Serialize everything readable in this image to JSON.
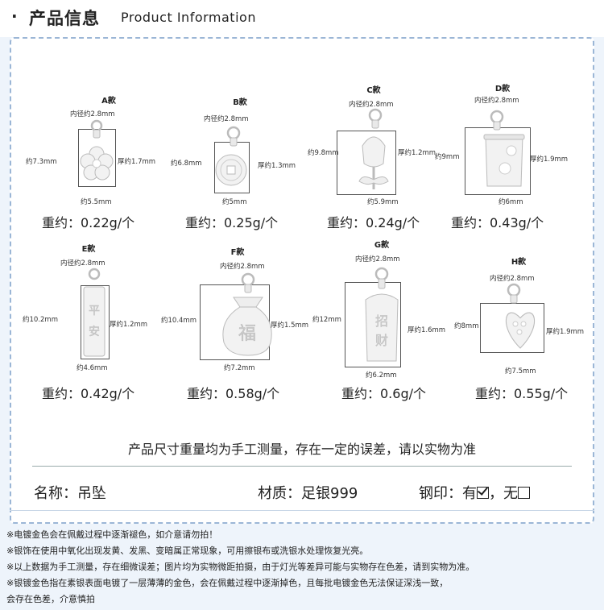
{
  "header": {
    "bullet": "·",
    "title_cn": "产品信息",
    "title_en": "Product Information"
  },
  "items": [
    {
      "label": "A款",
      "inner": "内径约2.8mm",
      "height": "约7.3mm",
      "thickness": "厚约1.7mm",
      "width": "约5.5mm",
      "weight": "重约：0.22g/个"
    },
    {
      "label": "B款",
      "inner": "内径约2.8mm",
      "height": "约6.8mm",
      "thickness": "厚约1.3mm",
      "width": "约5mm",
      "weight": "重约：0.25g/个"
    },
    {
      "label": "C款",
      "inner": "内径约2.8mm",
      "height": "约9.8mm",
      "thickness": "厚约1.2mm",
      "width": "约5.9mm",
      "weight": "重约：0.24g/个"
    },
    {
      "label": "D款",
      "inner": "内径约2.8mm",
      "height": "约9mm",
      "thickness": "厚约1.9mm",
      "width": "约6mm",
      "weight": "重约：0.43g/个"
    },
    {
      "label": "E款",
      "inner": "内径约2.8mm",
      "height": "约10.2mm",
      "thickness": "厚约1.2mm",
      "width": "约4.6mm",
      "weight": "重约：0.42g/个"
    },
    {
      "label": "F款",
      "inner": "内径约2.8mm",
      "height": "约10.4mm",
      "thickness": "厚约1.5mm",
      "width": "约7.2mm",
      "weight": "重约：0.58g/个"
    },
    {
      "label": "G款",
      "inner": "内径约2.8mm",
      "height": "约12mm",
      "thickness": "厚约1.6mm",
      "width": "约6.2mm",
      "weight": "重约：0.6g/个"
    },
    {
      "label": "H款",
      "inner": "内径约2.8mm",
      "height": "约8mm",
      "thickness": "厚约1.9mm",
      "width": "约7.5mm",
      "weight": "重约：0.55g/个"
    }
  ],
  "measure_note": "产品尺寸重量均为手工测量，存在一定的误差，请以实物为准",
  "specs": {
    "name_label": "名称：",
    "name_value": "吊坠",
    "material_label": "材质：",
    "material_value": "足银999",
    "stamp_label": "钢印：",
    "stamp_yes": "有",
    "stamp_no": "无"
  },
  "notes": [
    "※电镀金色会在佩戴过程中逐渐褪色，如介意请勿拍！",
    "※银饰在使用中氧化出现发黄、发黑、变暗属正常现象，可用擦银布或洗银水处理恢复光亮。",
    "※以上数据为手工测量，存在细微误差；图片均为实物微距拍摄，由于灯光等差异可能与实物存在色差，请到实物为准。",
    "※银镀金色指在素银表面电镀了一层薄薄的金色，会在佩戴过程中逐渐掉色，且每批电镀金色无法保证深浅一致，",
    "会存在色差，介意慎拍"
  ]
}
